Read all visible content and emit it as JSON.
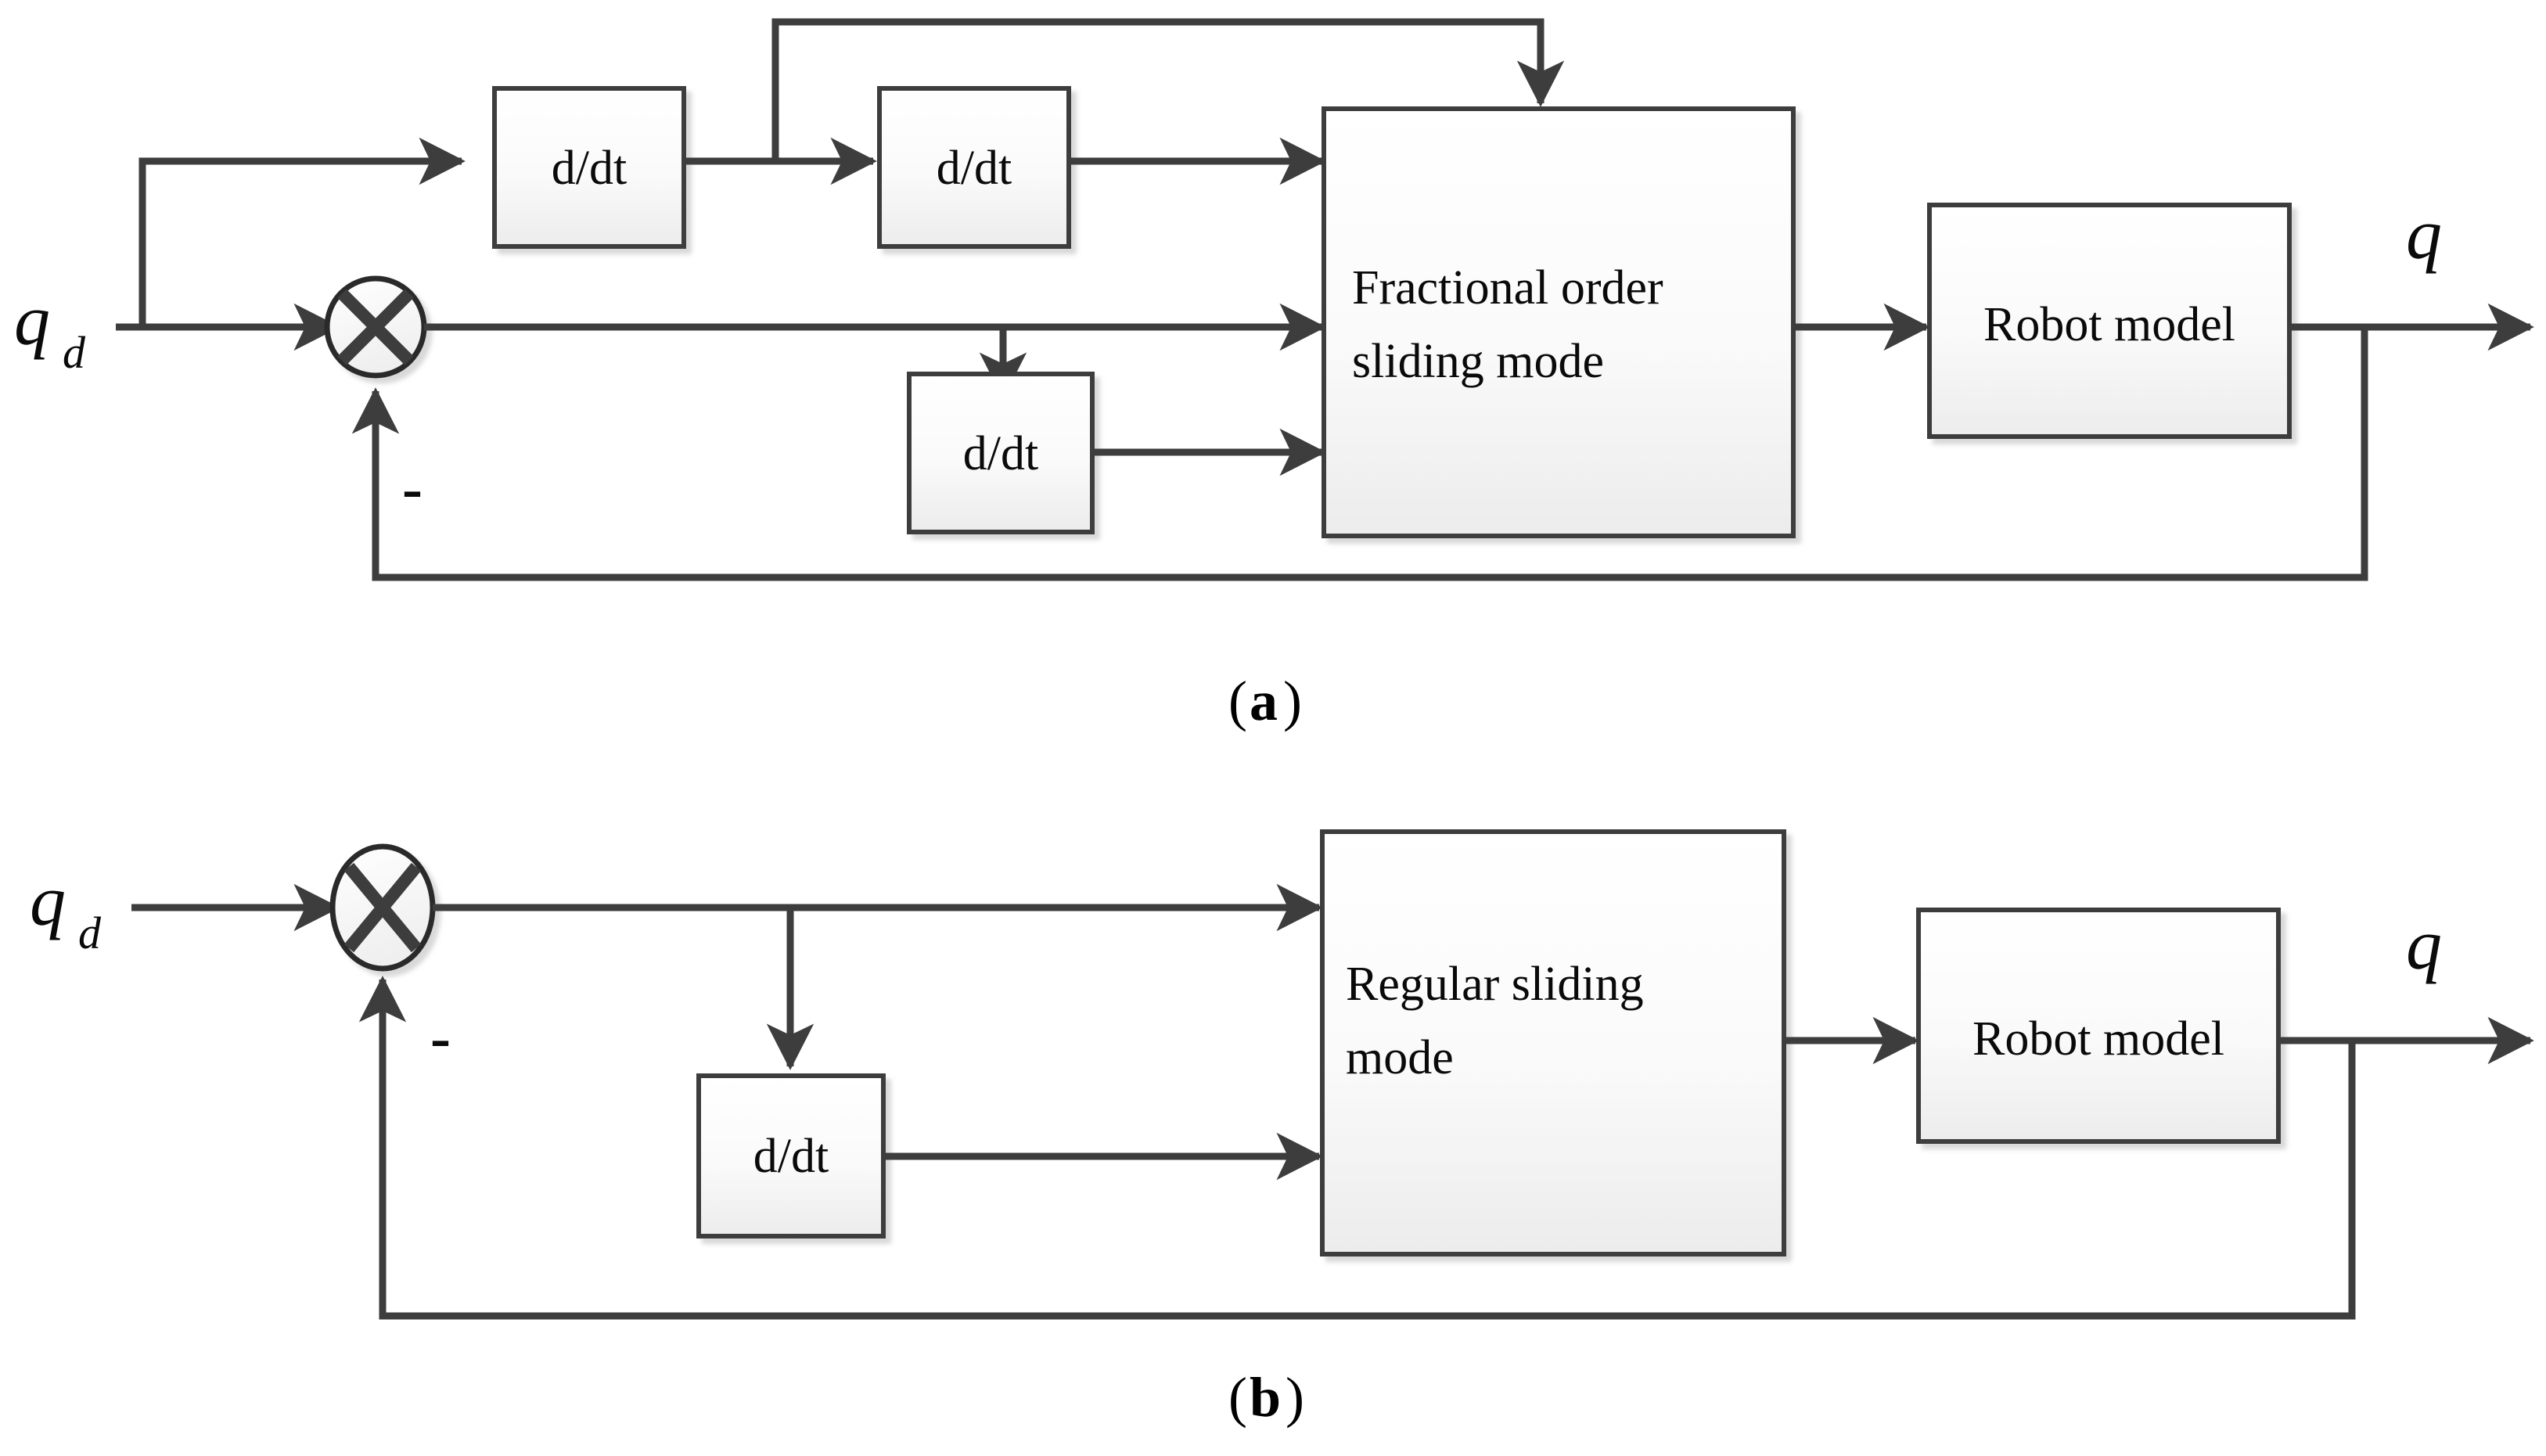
{
  "figure": {
    "title": "Control block diagrams",
    "line_color": "#3d3d3d",
    "box_border_color": "#3d3d3d",
    "box_fill_top": "#ffffff",
    "box_fill_bottom": "#eeeeee",
    "text_color": "#0a0a0a"
  },
  "diagrams": [
    {
      "caption_open": "(",
      "caption_letter": "a",
      "caption_close": ")",
      "input_label": "q",
      "input_sub": "d",
      "output_label": "q",
      "minus_label": "-",
      "blocks": [
        {
          "id": "deriv1",
          "label": "d/dt"
        },
        {
          "id": "deriv2",
          "label": "d/dt"
        },
        {
          "id": "deriv3",
          "label": "d/dt"
        },
        {
          "id": "controller",
          "label_line1": "Fractional order",
          "label_line2": "sliding mode"
        },
        {
          "id": "plant",
          "label": "Robot model"
        }
      ],
      "summing_junction": {
        "id": "sum-a",
        "symbol": "cross"
      }
    },
    {
      "caption_open": "(",
      "caption_letter": "b",
      "caption_close": ")",
      "input_label": "q",
      "input_sub": "d",
      "output_label": "q",
      "minus_label": "-",
      "blocks": [
        {
          "id": "deriv1",
          "label": "d/dt"
        },
        {
          "id": "controller",
          "label_line1": "Regular  sliding",
          "label_line2": "mode"
        },
        {
          "id": "plant",
          "label": "Robot model"
        }
      ],
      "summing_junction": {
        "id": "sum-b",
        "symbol": "cross"
      }
    }
  ]
}
